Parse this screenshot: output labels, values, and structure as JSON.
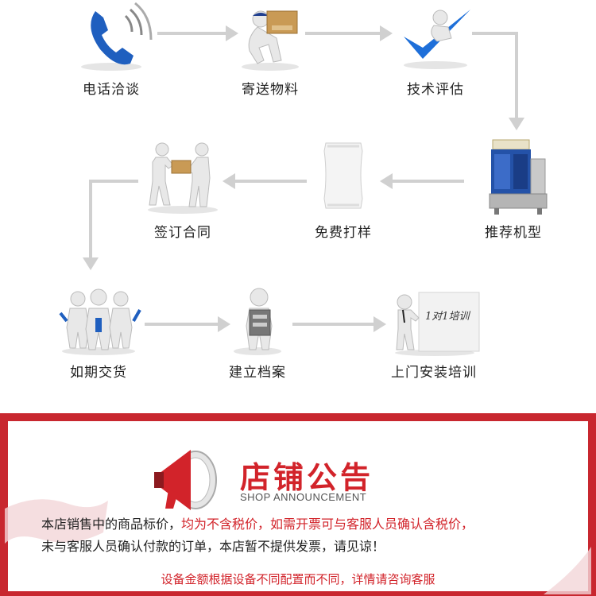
{
  "steps": [
    {
      "label": "电话洽谈",
      "icon": "phone-icon"
    },
    {
      "label": "寄送物料",
      "icon": "courier-figure-icon"
    },
    {
      "label": "技术评估",
      "icon": "checkmark-figure-icon"
    },
    {
      "label": "推荐机型",
      "icon": "packaging-machine-icon"
    },
    {
      "label": "免费打样",
      "icon": "sample-bag-icon"
    },
    {
      "label": "签订合同",
      "icon": "handshake-figures-icon"
    },
    {
      "label": "如期交货",
      "icon": "workers-figures-icon"
    },
    {
      "label": "建立档案",
      "icon": "file-carrying-figure-icon"
    },
    {
      "label": "上门安装培训",
      "icon": "training-board-figure-icon"
    }
  ],
  "board_text": "1对1培训",
  "notice": {
    "title": "店铺公告",
    "subtitle": "SHOP ANNOUNCEMENT",
    "line1_part1": "本店销售中的商品标价，",
    "line1_part2": "均为不含税价，如需开票可与客服人员确认含税价，",
    "line2": "未与客服人员确认付款的订单，本店暂不提供发票，请见谅！",
    "line3": "设备金额根据设备不同配置而不同，详情请咨询客服"
  },
  "colors": {
    "accent": "#d2232a",
    "border": "#c8272f",
    "arrow": "#d0d0d0",
    "check": "#1e6fd9"
  }
}
